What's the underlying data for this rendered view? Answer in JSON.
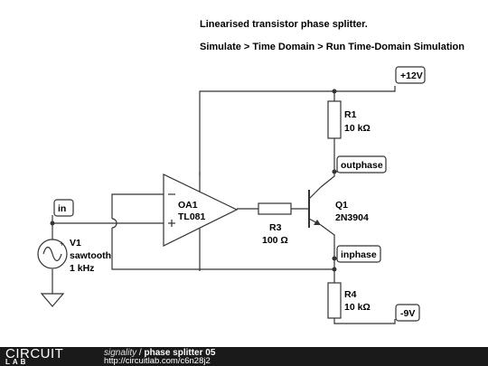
{
  "header": {
    "title": "Linearised transistor phase splitter.",
    "instruction": "Simulate > Time Domain > Run Time-Domain Simulation"
  },
  "flags": {
    "vplus": "+12V",
    "vminus": "-9V",
    "in": "in",
    "outphase": "outphase",
    "inphase": "inphase"
  },
  "components": {
    "r1": {
      "name": "R1",
      "value": "10 kΩ"
    },
    "r3": {
      "name": "R3",
      "value": "100 Ω"
    },
    "r4": {
      "name": "R4",
      "value": "10 kΩ"
    },
    "q1": {
      "name": "Q1",
      "part": "2N3904"
    },
    "oa1": {
      "name": "OA1",
      "part": "TL081"
    },
    "v1": {
      "name": "V1",
      "type": "sawtooth",
      "freq": "1 kHz"
    }
  },
  "footer": {
    "logo_top": "CIRCUIT",
    "logo_bottom": "LAB",
    "author": "signality",
    "separator": " / ",
    "circuit_name": "phase splitter 05",
    "url": "http://circuitlab.com/c6n28j2"
  }
}
